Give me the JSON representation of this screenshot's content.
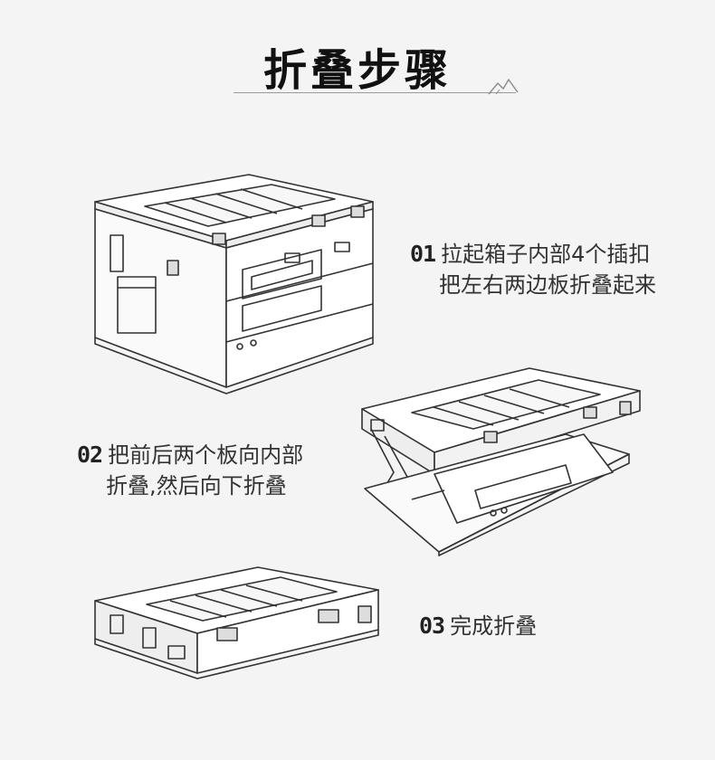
{
  "page": {
    "title": "折叠步骤"
  },
  "steps": [
    {
      "num": "01",
      "line1": "拉起箱子内部4个插扣",
      "line2": "把左右两边板折叠起来"
    },
    {
      "num": "02",
      "line1": "把前后两个板向内部",
      "line2": "折叠,然后向下折叠"
    },
    {
      "num": "03",
      "line1": "完成折叠"
    }
  ]
}
